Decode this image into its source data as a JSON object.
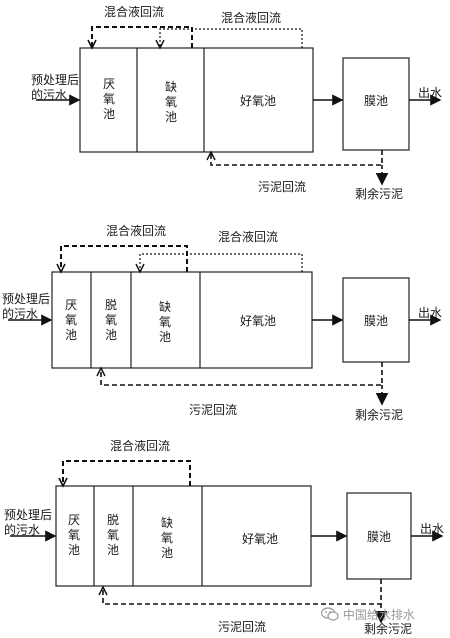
{
  "diagrams": [
    {
      "influent": "预处理后\n的污水",
      "recycle_labels": [
        "混合液回流",
        "混合液回流"
      ],
      "tanks": [
        "厌氧池",
        "缺氧池",
        "好氧池"
      ],
      "membrane_tank": "膜池",
      "effluent": "出水",
      "sludge_return": "污泥回流",
      "excess_sludge": "剩余污泥"
    },
    {
      "influent": "预处理后\n的污水",
      "recycle_labels": [
        "混合液回流",
        "混合液回流"
      ],
      "tanks": [
        "厌氧池",
        "脱氧池",
        "缺氧池",
        "好氧池"
      ],
      "membrane_tank": "膜池",
      "effluent": "出水",
      "sludge_return": "污泥回流",
      "excess_sludge": "剩余污泥"
    },
    {
      "influent": "预处理后\n的污水",
      "recycle_labels": [
        "混合液回流"
      ],
      "tanks": [
        "厌氧池",
        "脱氧池",
        "缺氧池",
        "好氧池"
      ],
      "membrane_tank": "膜池",
      "effluent": "出水",
      "sludge_return": "污泥回流",
      "excess_sludge": "剩余污泥"
    }
  ],
  "watermark": {
    "text": "中国给水排水",
    "icon": "wechat-icon"
  }
}
